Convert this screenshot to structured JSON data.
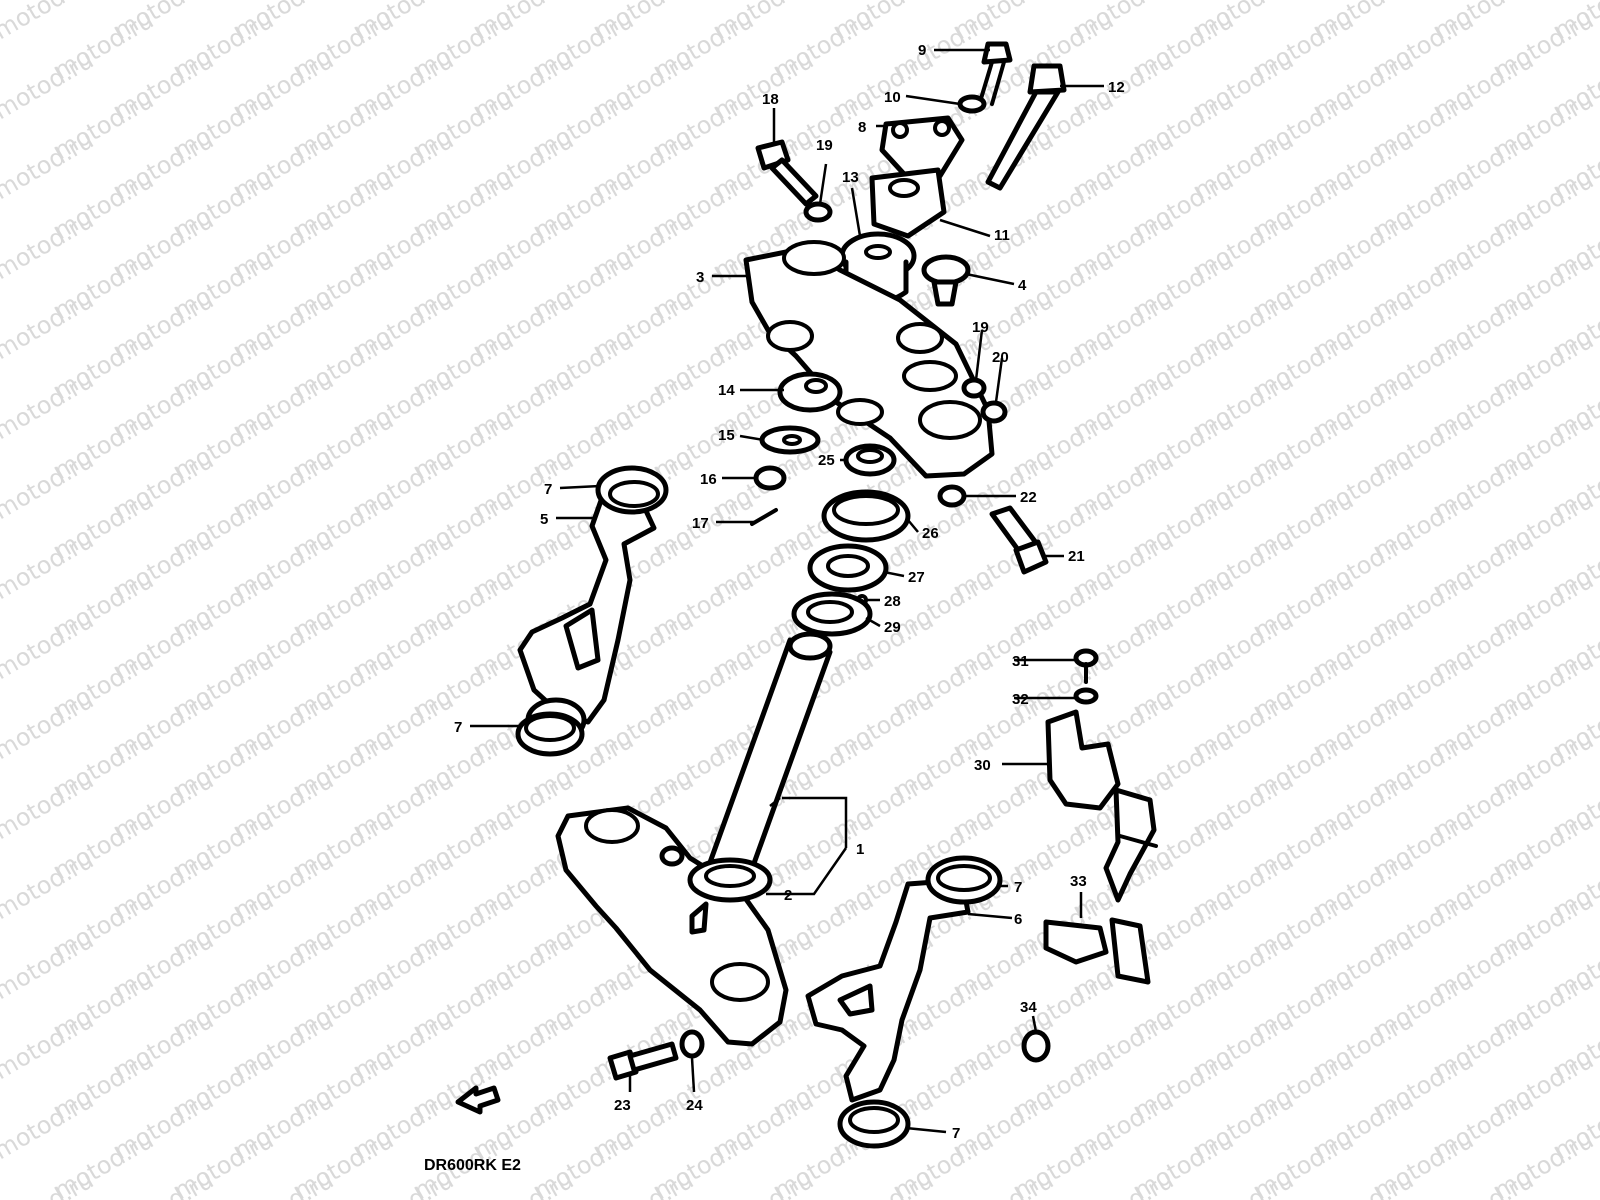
{
  "diagram": {
    "watermark_text": "motod.ru",
    "model_code": "DR600RK E2",
    "callouts": {
      "c1": "1",
      "c2": "2",
      "c3": "3",
      "c4": "4",
      "c5": "5",
      "c6": "6",
      "c7a": "7",
      "c7b": "7",
      "c7c": "7",
      "c7d": "7",
      "c8": "8",
      "c9": "9",
      "c10": "10",
      "c11": "11",
      "c12": "12",
      "c13": "13",
      "c14": "14",
      "c15": "15",
      "c16": "16",
      "c17": "17",
      "c18": "18",
      "c19a": "19",
      "c19b": "19",
      "c20": "20",
      "c21": "21",
      "c22": "22",
      "c23": "23",
      "c24": "24",
      "c25": "25",
      "c26": "26",
      "c27": "27",
      "c28": "28",
      "c29": "29",
      "c30": "30",
      "c31": "31",
      "c32": "32",
      "c33": "33",
      "c34": "34"
    },
    "colors": {
      "line": "#000000",
      "paper": "#ffffff",
      "watermark": "#d9d9d9"
    },
    "icons": {
      "front_direction": "front-arrow-icon"
    }
  }
}
